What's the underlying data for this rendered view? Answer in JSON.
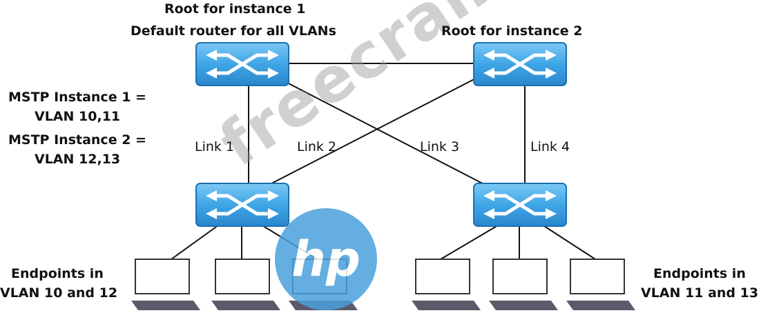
{
  "labels": {
    "root1_line1": "Root for instance 1",
    "root1_line2": "Default router for all VLANs",
    "root2": "Root for instance 2",
    "mstp1_line1": "MSTP Instance 1 =",
    "mstp1_line2": "VLAN 10,11",
    "mstp2_line1": "MSTP Instance 2 =",
    "mstp2_line2": "VLAN 12,13",
    "link1": "Link 1",
    "link2": "Link 2",
    "link3": "Link 3",
    "link4": "Link 4",
    "endpoints_left_line1": "Endpoints in",
    "endpoints_left_line2": "VLAN 10 and 12",
    "endpoints_right_line1": "Endpoints in",
    "endpoints_right_line2": "VLAN 11 and 13"
  },
  "watermark": {
    "text": "freecram.net",
    "logo": "hp"
  },
  "colors": {
    "switch_fill": "#3fa6e6",
    "switch_border": "#1b6fb0",
    "logo_fill": "#4aa0dc",
    "line": "#111111",
    "endpoint_shadow": "#5a5a6a"
  },
  "icons": {
    "switch": "network-switch-icon",
    "endpoint": "computer-icon"
  }
}
